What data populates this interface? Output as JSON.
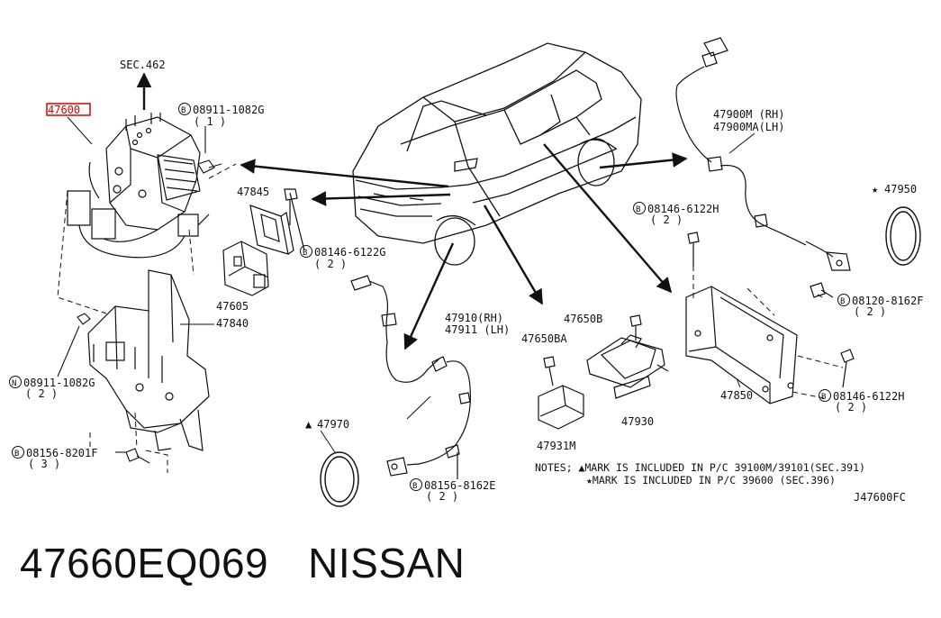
{
  "labels": {
    "sec462": "SEC.462",
    "p47600": "47600",
    "b08911_top": "08911-1082G",
    "b08911_top_qty": "( 1 )",
    "p47845": "47845",
    "b08146_mid": "08146-6122G",
    "b08146_mid_qty": "( 2 )",
    "p47605": "47605",
    "p47840": "47840",
    "n08911": "08911-1082G",
    "n08911_qty": "( 2 )",
    "b08156_bot": "08156-8201F",
    "b08156_bot_qty": "( 3 )",
    "p47970": "47970",
    "p47910": "47910(RH)",
    "p47911": "47911 (LH)",
    "b08156_sensor": "08156-8162E",
    "b08156_sensor_qty": "( 2 )",
    "p47650B": "47650B",
    "p47650BA": "47650BA",
    "p47930": "47930",
    "p47931M": "47931M",
    "p47900M": "47900M (RH)",
    "p47900MA": "47900MA(LH)",
    "b08146_right": "08146-6122H",
    "b08146_right_qty": "( 2 )",
    "p47950": "47950",
    "b08120": "08120-8162F",
    "b08120_qty": "( 2 )",
    "p47850": "47850",
    "b08146_low": "08146-6122H",
    "b08146_low_qty": "( 2 )",
    "notes_line1": "NOTES; ▲MARK IS INCLUDED IN P/C 39100M/39101(SEC.391)",
    "notes_line2": "★MARK IS INCLUDED IN P/C 39600 (SEC.396)",
    "diagram_code": "J47600FC",
    "circle_b": "B",
    "circle_n": "N",
    "triangle_mark": "▲",
    "star_mark": "★"
  },
  "caption": {
    "part_number": "47660EQ069",
    "brand": "NISSAN"
  },
  "colors": {
    "line": "#111111",
    "highlight": "#e00000"
  }
}
